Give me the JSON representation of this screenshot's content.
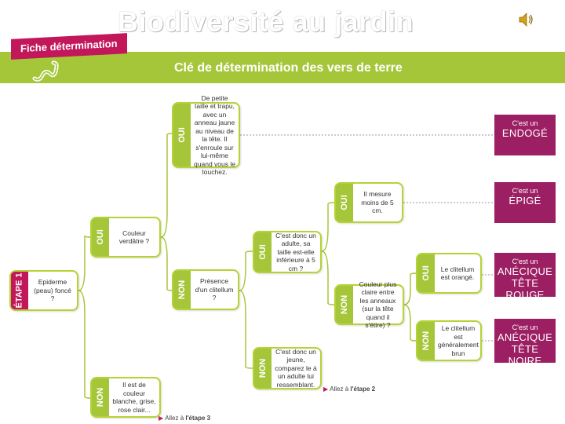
{
  "page": {
    "title": "Biodiversité au jardin",
    "speaker_icon": "speaker-icon"
  },
  "header": {
    "fiche_label": "Fiche détermination",
    "main_title": "Clé de détermination des vers de terre"
  },
  "nodes": {
    "etape1": {
      "tag": "ÉTAPE 1",
      "text": "Epiderme (peau) foncé ?"
    },
    "oui_verdatre": {
      "tag": "OUI",
      "text": "Couleur verdâtre ?"
    },
    "non_blanche": {
      "tag": "NON",
      "text": "Il est de couleur blanche, grise, rose clair..."
    },
    "oui_petite": {
      "tag": "OUI",
      "text": "De petite taille et trapu, avec un anneau jaune au niveau de la tête. Il s'enroule sur lui-même quand vous le touchez."
    },
    "non_clitellum": {
      "tag": "NON",
      "text": "Présence d'un clitellum ?"
    },
    "oui_adulte": {
      "tag": "OUI",
      "text": "C'est donc un adulte, sa taille est-elle inférieure à 5 cm ?"
    },
    "non_jeune": {
      "tag": "NON",
      "text": "C'est donc un jeune, comparez le à un adulte lui ressemblant."
    },
    "oui_moins5": {
      "tag": "OUI",
      "text": "Il mesure moins de 5 cm."
    },
    "non_claire": {
      "tag": "NON",
      "text": "Couleur plus claire entre les anneaux (sur la tête quand il s'étire) ?"
    },
    "oui_orange": {
      "tag": "OUI",
      "text": "Le clitellum est orangé."
    },
    "non_brun": {
      "tag": "NON",
      "text": "Le clitellum est généralement brun"
    }
  },
  "results": [
    {
      "small": "C'est un",
      "big": "ENDOGÉ"
    },
    {
      "small": "C'est un",
      "big": "ÉPIGÉ"
    },
    {
      "small": "C'est un",
      "big": "ANÉCIQUE TÊTE ROUGE"
    },
    {
      "small": "C'est un",
      "big": "ANÉCIQUE TÊTE NOIRE"
    }
  ],
  "links": {
    "etape2": {
      "prefix": "Allez à",
      "target": "l'étape 2"
    },
    "etape3": {
      "prefix": "Allez à",
      "target": "l'étape 3"
    }
  }
}
